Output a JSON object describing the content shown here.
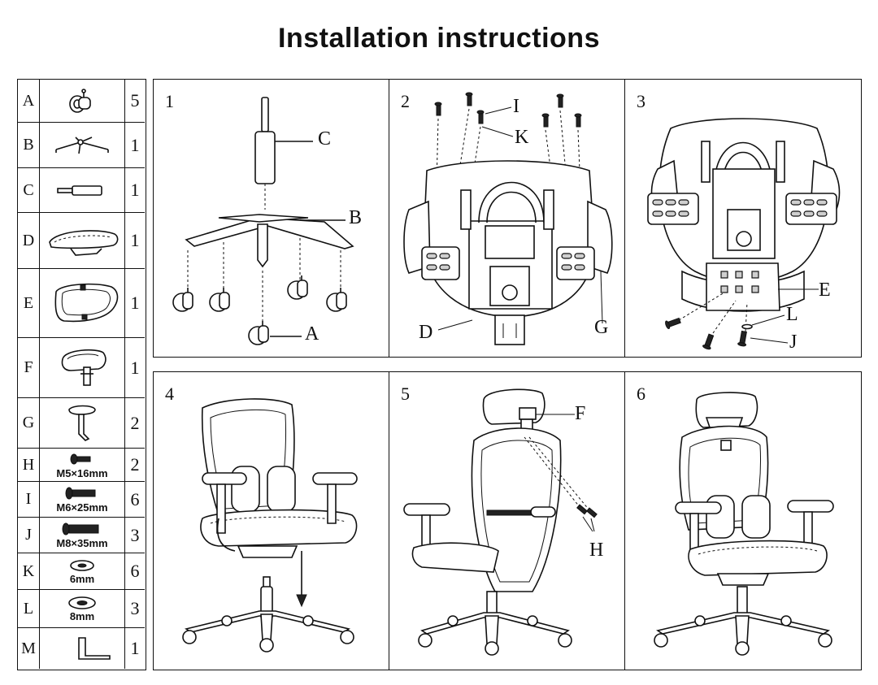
{
  "title": "Installation instructions",
  "parts": [
    {
      "letter": "A",
      "icon": "caster-wheel-icon",
      "size": "",
      "qty": "5"
    },
    {
      "letter": "B",
      "icon": "star-base-icon",
      "size": "",
      "qty": "1"
    },
    {
      "letter": "C",
      "icon": "gas-cylinder-icon",
      "size": "",
      "qty": "1"
    },
    {
      "letter": "D",
      "icon": "seat-cushion-icon",
      "size": "",
      "qty": "1"
    },
    {
      "letter": "E",
      "icon": "backrest-frame-icon",
      "size": "",
      "qty": "1"
    },
    {
      "letter": "F",
      "icon": "headrest-icon",
      "size": "",
      "qty": "1"
    },
    {
      "letter": "G",
      "icon": "armrest-icon",
      "size": "",
      "qty": "2"
    },
    {
      "letter": "H",
      "icon": "screw-icon",
      "size": "M5×16mm",
      "qty": "2"
    },
    {
      "letter": "I",
      "icon": "screw-icon",
      "size": "M6×25mm",
      "qty": "6"
    },
    {
      "letter": "J",
      "icon": "screw-icon",
      "size": "M8×35mm",
      "qty": "3"
    },
    {
      "letter": "K",
      "icon": "washer-icon",
      "size": "6mm",
      "qty": "6"
    },
    {
      "letter": "L",
      "icon": "washer-icon",
      "size": "8mm",
      "qty": "3"
    },
    {
      "letter": "M",
      "icon": "hex-key-icon",
      "size": "",
      "qty": "1"
    }
  ],
  "steps": [
    {
      "number": "1",
      "callouts": [
        "C",
        "B",
        "A"
      ]
    },
    {
      "number": "2",
      "callouts": [
        "I",
        "K",
        "D",
        "G"
      ]
    },
    {
      "number": "3",
      "callouts": [
        "E",
        "L",
        "J"
      ]
    },
    {
      "number": "4",
      "callouts": []
    },
    {
      "number": "5",
      "callouts": [
        "F",
        "H"
      ]
    },
    {
      "number": "6",
      "callouts": []
    }
  ]
}
